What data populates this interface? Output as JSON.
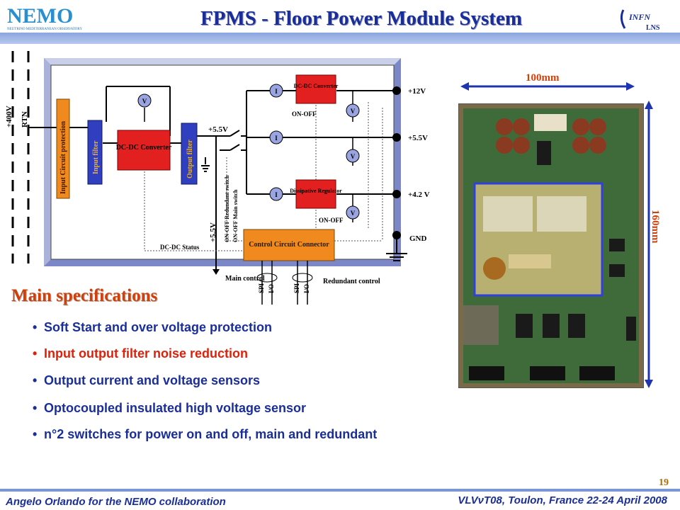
{
  "title": "FPMS  - Floor Power Module System",
  "logos": {
    "left": "NEMO",
    "left_caption": "NEUTRINO MEDITERRANEAN OBSERVATORY",
    "right": "INFN",
    "right_sub": "LNS"
  },
  "diagram": {
    "input_labels": [
      "+400V",
      "RTN"
    ],
    "blocks": {
      "input_protection": "Input Circuit protection",
      "input_filter": "Input filter",
      "dcdc_main": "DC-DC Converter",
      "output_filter": "Output filter",
      "dcdc_small": "DC-DC Converter",
      "dissipative": "Dissipative Regulator",
      "control": "Control Circuit Connector"
    },
    "sensors": {
      "voltage": "V",
      "current": "I"
    },
    "rail_labels": [
      "+12V",
      "+5.5V",
      "+4.2 V",
      "GND"
    ],
    "bus_label": "+5.5V",
    "bus_label_vertical": "+5.5V",
    "switch_labels": [
      "ON-OFF Redundant switch",
      "ON-OFF Main switch"
    ],
    "on_off_labels": [
      "ON-OFF",
      "ON-OFF"
    ],
    "status_label": "DC-DC Status",
    "bottom_labels": {
      "main": "Main control",
      "redundant": "Redundant control"
    },
    "bus_names": [
      "SPI",
      "I/O",
      "SPI",
      "I/O"
    ]
  },
  "photo": {
    "width_label": "100mm",
    "height_label": "160mm"
  },
  "specs": {
    "heading": "Main specifications",
    "items": [
      {
        "text": "Soft Start and over voltage protection",
        "color": "#1a2e9a"
      },
      {
        "text": "Input output filter noise reduction",
        "color": "#e0200a"
      },
      {
        "text": "Output current and voltage sensors",
        "color": "#1a2e9a"
      },
      {
        "text": "Optocoupled insulated high voltage sensor",
        "color": "#1a2e9a"
      },
      {
        "text": "n°2 switches for power on and off, main and redundant",
        "color": "#1a2e9a"
      }
    ]
  },
  "footer": {
    "left": "Angelo Orlando for the NEMO collaboration",
    "right": "VLVνT08, Toulon, France 22-24 April 2008",
    "page": "19"
  }
}
